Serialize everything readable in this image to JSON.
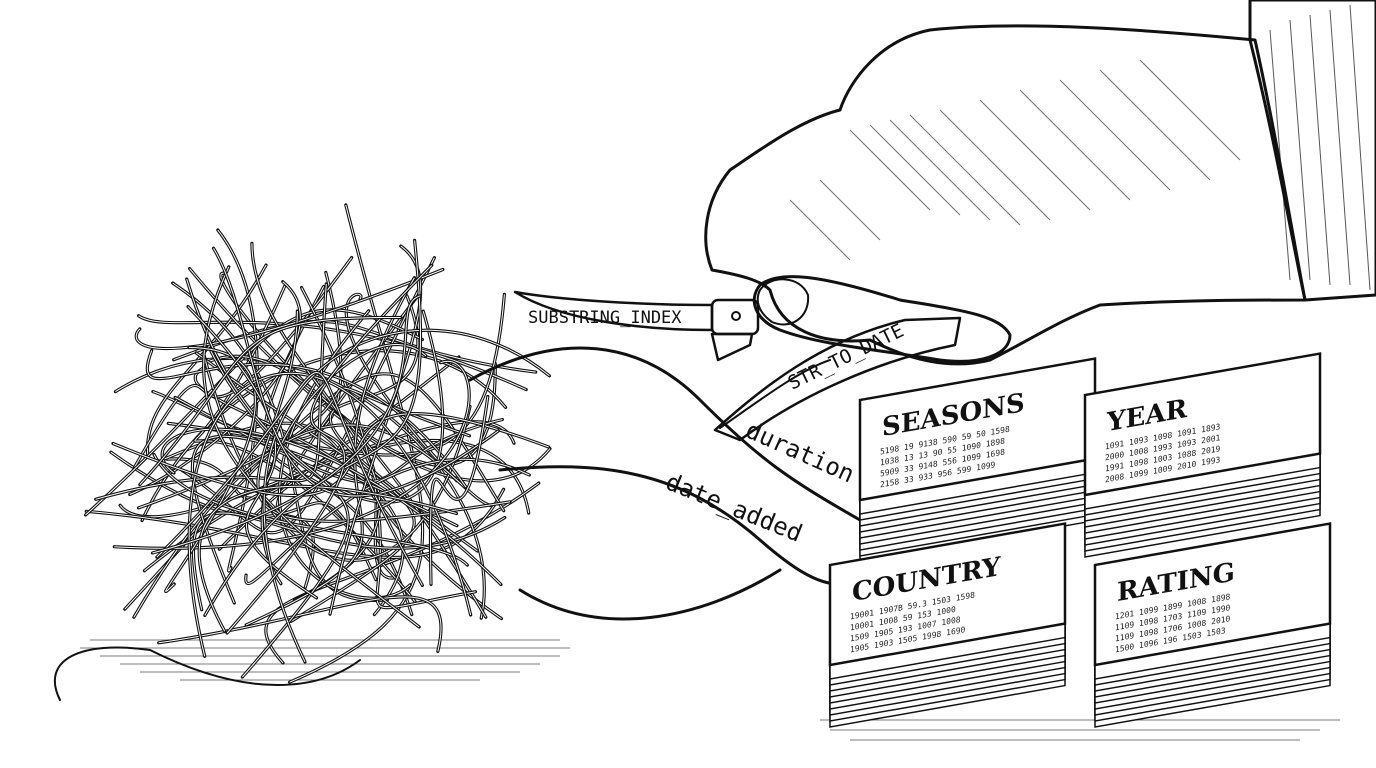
{
  "labels": {
    "scalpel": "SUBSTRING_INDEX",
    "tweezers": "STR_TO_DATE",
    "strand_duration": "duration",
    "strand_date_added": "date_added"
  },
  "cards": [
    {
      "title": "SEASONS",
      "lines": [
        "5198 19 9138 590 59 50 1598",
        "1038 13 13 90 55 1090 1898",
        "5909 33 9148 556 1099 1698",
        "2158 33 933 956 599 1099"
      ]
    },
    {
      "title": "YEAR",
      "lines": [
        "1091 1093 1098 1091 1893",
        "2000 1008 1993 1093 2001",
        "1991 1098 1003 1088 2019",
        "2008 1099 1009 2010 1993"
      ]
    },
    {
      "title": "COUNTRY",
      "lines": [
        "19001 1907B 59.3 1503 1598",
        "10001 1008 59 153 1000",
        "1509 1905 193 1007 1008",
        "1905 1903 1505 1998 1690"
      ]
    },
    {
      "title": "RATING",
      "lines": [
        "1201 1099 1899 1008 1898",
        "1109 1098 1703 1109 1990",
        "1109 1098 1706 1008 2010",
        "1500 1096 196 1503 1503"
      ]
    }
  ],
  "icons": {
    "ball": "tangled-string-ball-icon",
    "hand": "hand-icon",
    "scalpel": "scalpel-icon",
    "tweezers": "tweezers-icon"
  },
  "colors": {
    "ink": "#111111",
    "paper": "#ffffff"
  }
}
